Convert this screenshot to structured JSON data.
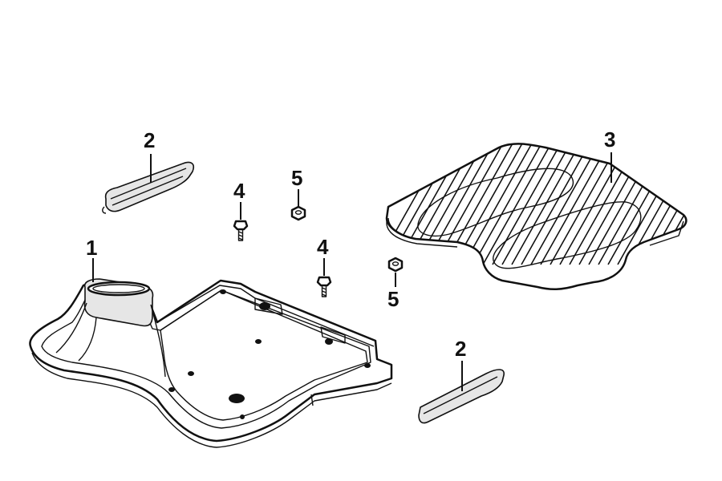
{
  "diagram": {
    "callouts": {
      "c1": "1",
      "c2a": "2",
      "c2b": "2",
      "c3": "3",
      "c4a": "4",
      "c4b": "4",
      "c5a": "5",
      "c5b": "5"
    }
  }
}
